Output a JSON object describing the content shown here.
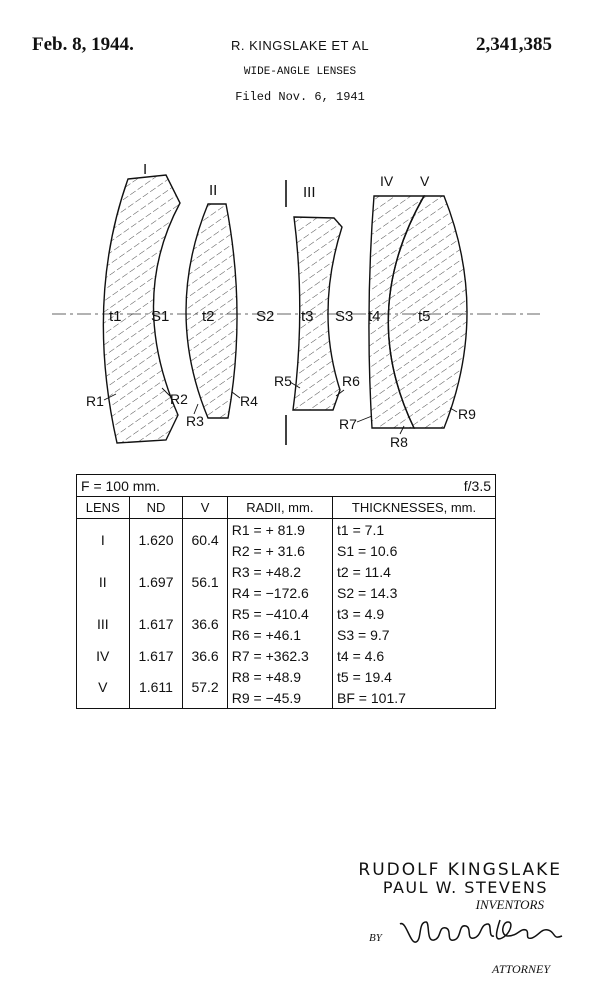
{
  "header": {
    "date": "Feb. 8, 1944.",
    "inventors": "R. KINGSLAKE ET AL",
    "patent_number": "2,341,385",
    "title": "WIDE-ANGLE LENSES",
    "filed": "Filed Nov. 6, 1941"
  },
  "diagram": {
    "element_labels": [
      "I",
      "II",
      "III",
      "IV",
      "V"
    ],
    "thickness_labels": [
      "t1",
      "t2",
      "t3",
      "t4",
      "t5"
    ],
    "space_labels": [
      "S1",
      "S2",
      "S3"
    ],
    "radius_labels": [
      "R1",
      "R2",
      "R3",
      "R4",
      "R5",
      "R6",
      "R7",
      "R8",
      "R9"
    ]
  },
  "table": {
    "focal": "F = 100 mm.",
    "aperture": "f/3.5",
    "headers": [
      "LENS",
      "ND",
      "V",
      "RADII, mm.",
      "THICKNESSES, mm."
    ],
    "lenses": [
      {
        "lens": "I",
        "nd": "1.620",
        "v": "60.4"
      },
      {
        "lens": "II",
        "nd": "1.697",
        "v": "56.1"
      },
      {
        "lens": "III",
        "nd": "1.617",
        "v": "36.6"
      },
      {
        "lens": "IV",
        "nd": "1.617",
        "v": "36.6"
      },
      {
        "lens": "V",
        "nd": "1.611",
        "v": "57.2"
      }
    ],
    "radii": [
      {
        "name": "R1",
        "value": "+ 81.9"
      },
      {
        "name": "R2",
        "value": "+ 31.6"
      },
      {
        "name": "R3",
        "value": "+48.2"
      },
      {
        "name": "R4",
        "value": "−172.6"
      },
      {
        "name": "R5",
        "value": "−410.4"
      },
      {
        "name": "R6",
        "value": "+46.1"
      },
      {
        "name": "R7",
        "value": "+362.3"
      },
      {
        "name": "R8",
        "value": "+48.9"
      },
      {
        "name": "R9",
        "value": "−45.9"
      }
    ],
    "thicknesses": [
      {
        "name": "t1",
        "value": "7.1"
      },
      {
        "name": "S1",
        "value": "10.6"
      },
      {
        "name": "t2",
        "value": "11.4"
      },
      {
        "name": "S2",
        "value": "14.3"
      },
      {
        "name": "t3",
        "value": "4.9"
      },
      {
        "name": "S3",
        "value": "9.7"
      },
      {
        "name": "t4",
        "value": "4.6"
      },
      {
        "name": "t5",
        "value": "19.4"
      },
      {
        "name": "BF",
        "value": "101.7"
      }
    ]
  },
  "signature": {
    "inventor_1": "RUDOLF KINGSLAKE",
    "inventor_2": "PAUL W. STEVENS",
    "inventors_caption": "INVENTORS",
    "by": "BY",
    "attorney_signature": "Newton M. Perrins",
    "attorney_caption": "ATTORNEY"
  }
}
